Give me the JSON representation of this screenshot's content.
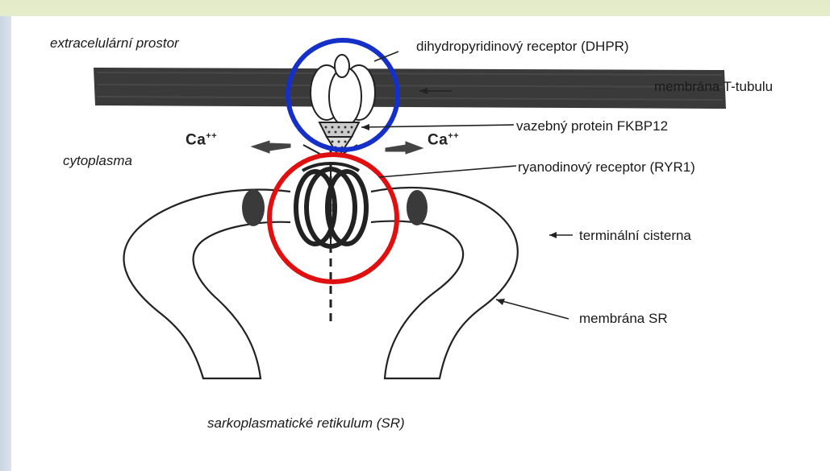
{
  "labels": {
    "extracellular": "extracelulární prostor",
    "cytoplasm": "cytoplasma",
    "sr": "sarkoplasmatické retikulum (SR)",
    "dhpr": "dihydropyridinový receptor (DHPR)",
    "t_tubule": "membrána T-tubulu",
    "fkbp12": "vazebný protein FKBP12",
    "ryr1": "ryanodinový receptor (RYR1)",
    "terminal_cistern": "terminální cisterna",
    "sr_membrane": "membrána SR"
  },
  "ions": {
    "left": "Ca",
    "left_charge": "++",
    "right": "Ca",
    "right_charge": "++"
  },
  "highlights": {
    "dhpr_circle_color": "#1530c8",
    "ryr1_circle_color": "#e01010"
  }
}
